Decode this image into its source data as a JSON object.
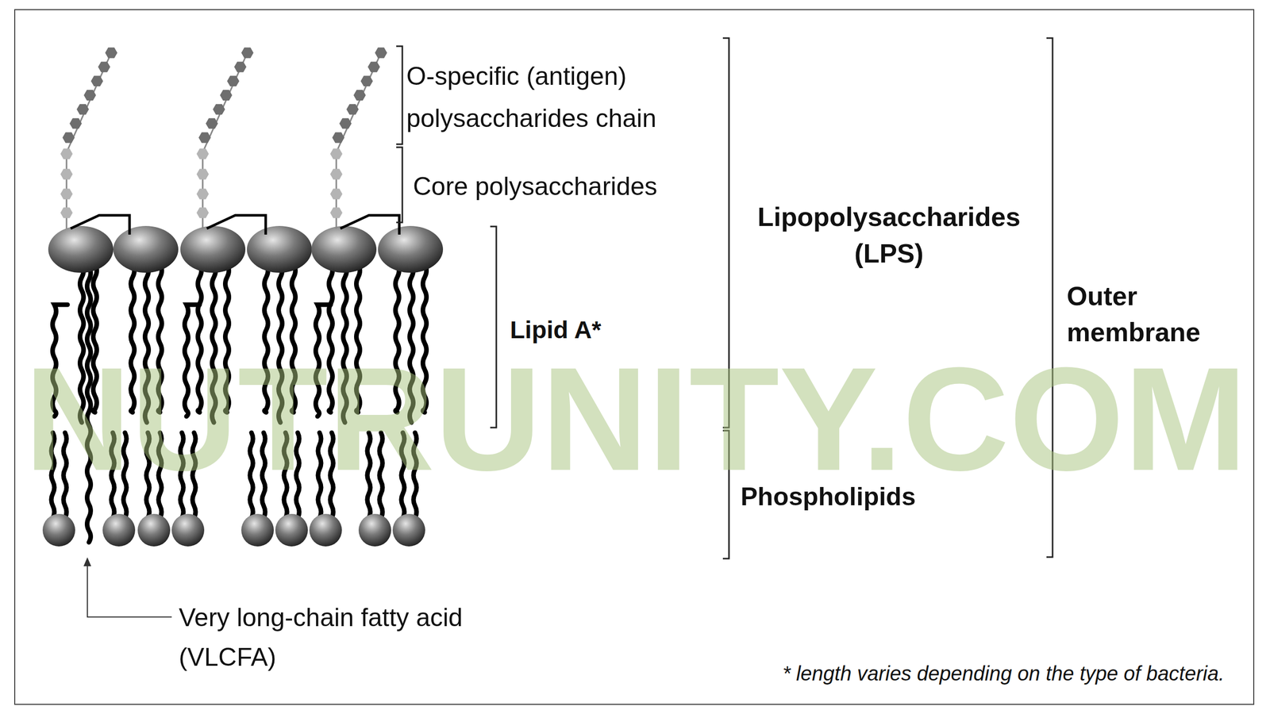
{
  "diagram": {
    "labels": [
      "O-specific (antigen) polysaccharides chain",
      "Core polysaccharides",
      "Lipid A*",
      "Lipopolysaccharides (LPS)",
      "Outer membrane",
      "Phospholipids",
      "Very long-chain fatty acid (VLCFA)",
      "* length varies depending on the type of bacteria.",
      "NUTRUNITY.COM"
    ]
  }
}
